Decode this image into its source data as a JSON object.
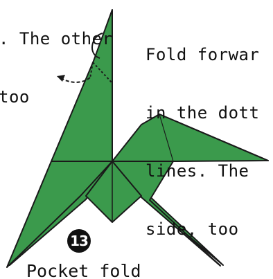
{
  "captions": {
    "left": [
      ". The other",
      "too"
    ],
    "right": [
      "Fold forwar",
      "in the dott",
      "lines. The",
      "side, too"
    ]
  },
  "step": {
    "number": "13",
    "title": "Pocket fold"
  },
  "colors": {
    "paper_fill": "#3b9a4c",
    "paper_light": "#4caf5c",
    "outline": "#1a1a1a",
    "background": "#ffffff"
  },
  "icons": {
    "fold_arrow": "curved-arrow-icon",
    "step_badge": "number-badge"
  }
}
